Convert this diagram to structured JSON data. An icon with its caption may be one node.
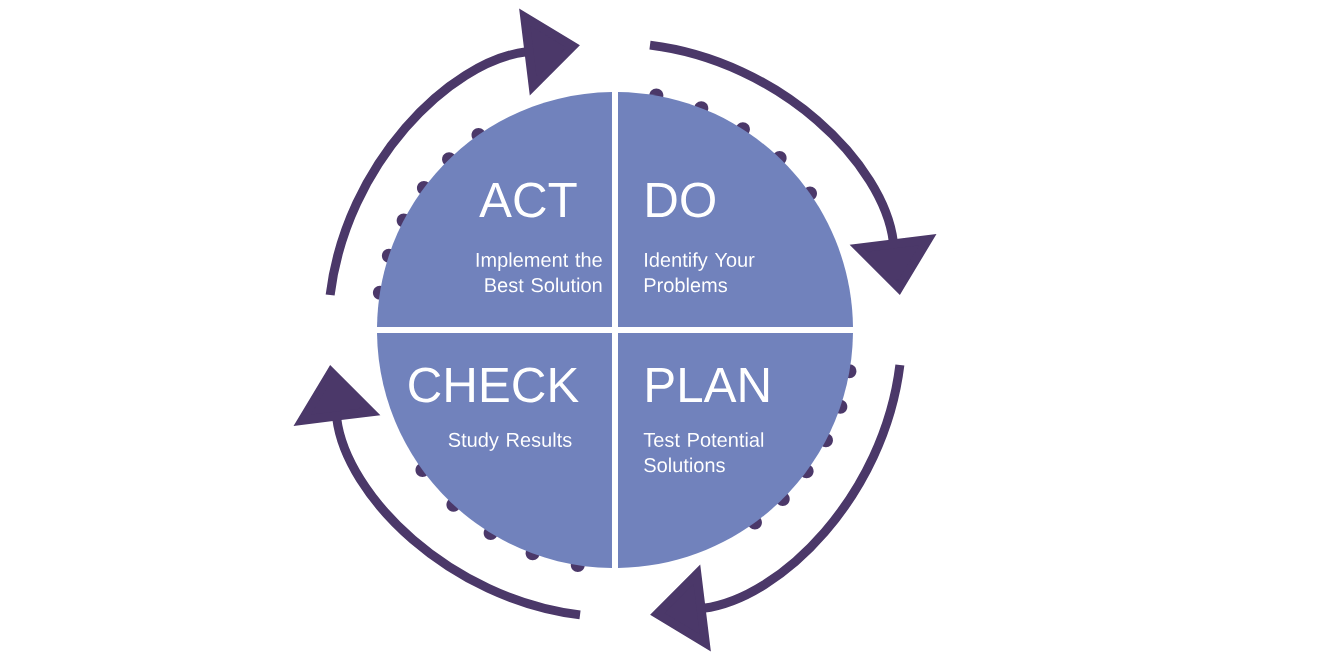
{
  "diagram": {
    "nodes": [
      {
        "text": [
          "ACT",
          "Implement the Best Solution"
        ]
      },
      {
        "text": [
          "DO",
          "Identify Your Problems"
        ]
      },
      {
        "text": [
          "PLAN",
          "Test Potential Solutions"
        ]
      },
      {
        "text": [
          "CHECK",
          "Study Results"
        ]
      }
    ]
  }
}
